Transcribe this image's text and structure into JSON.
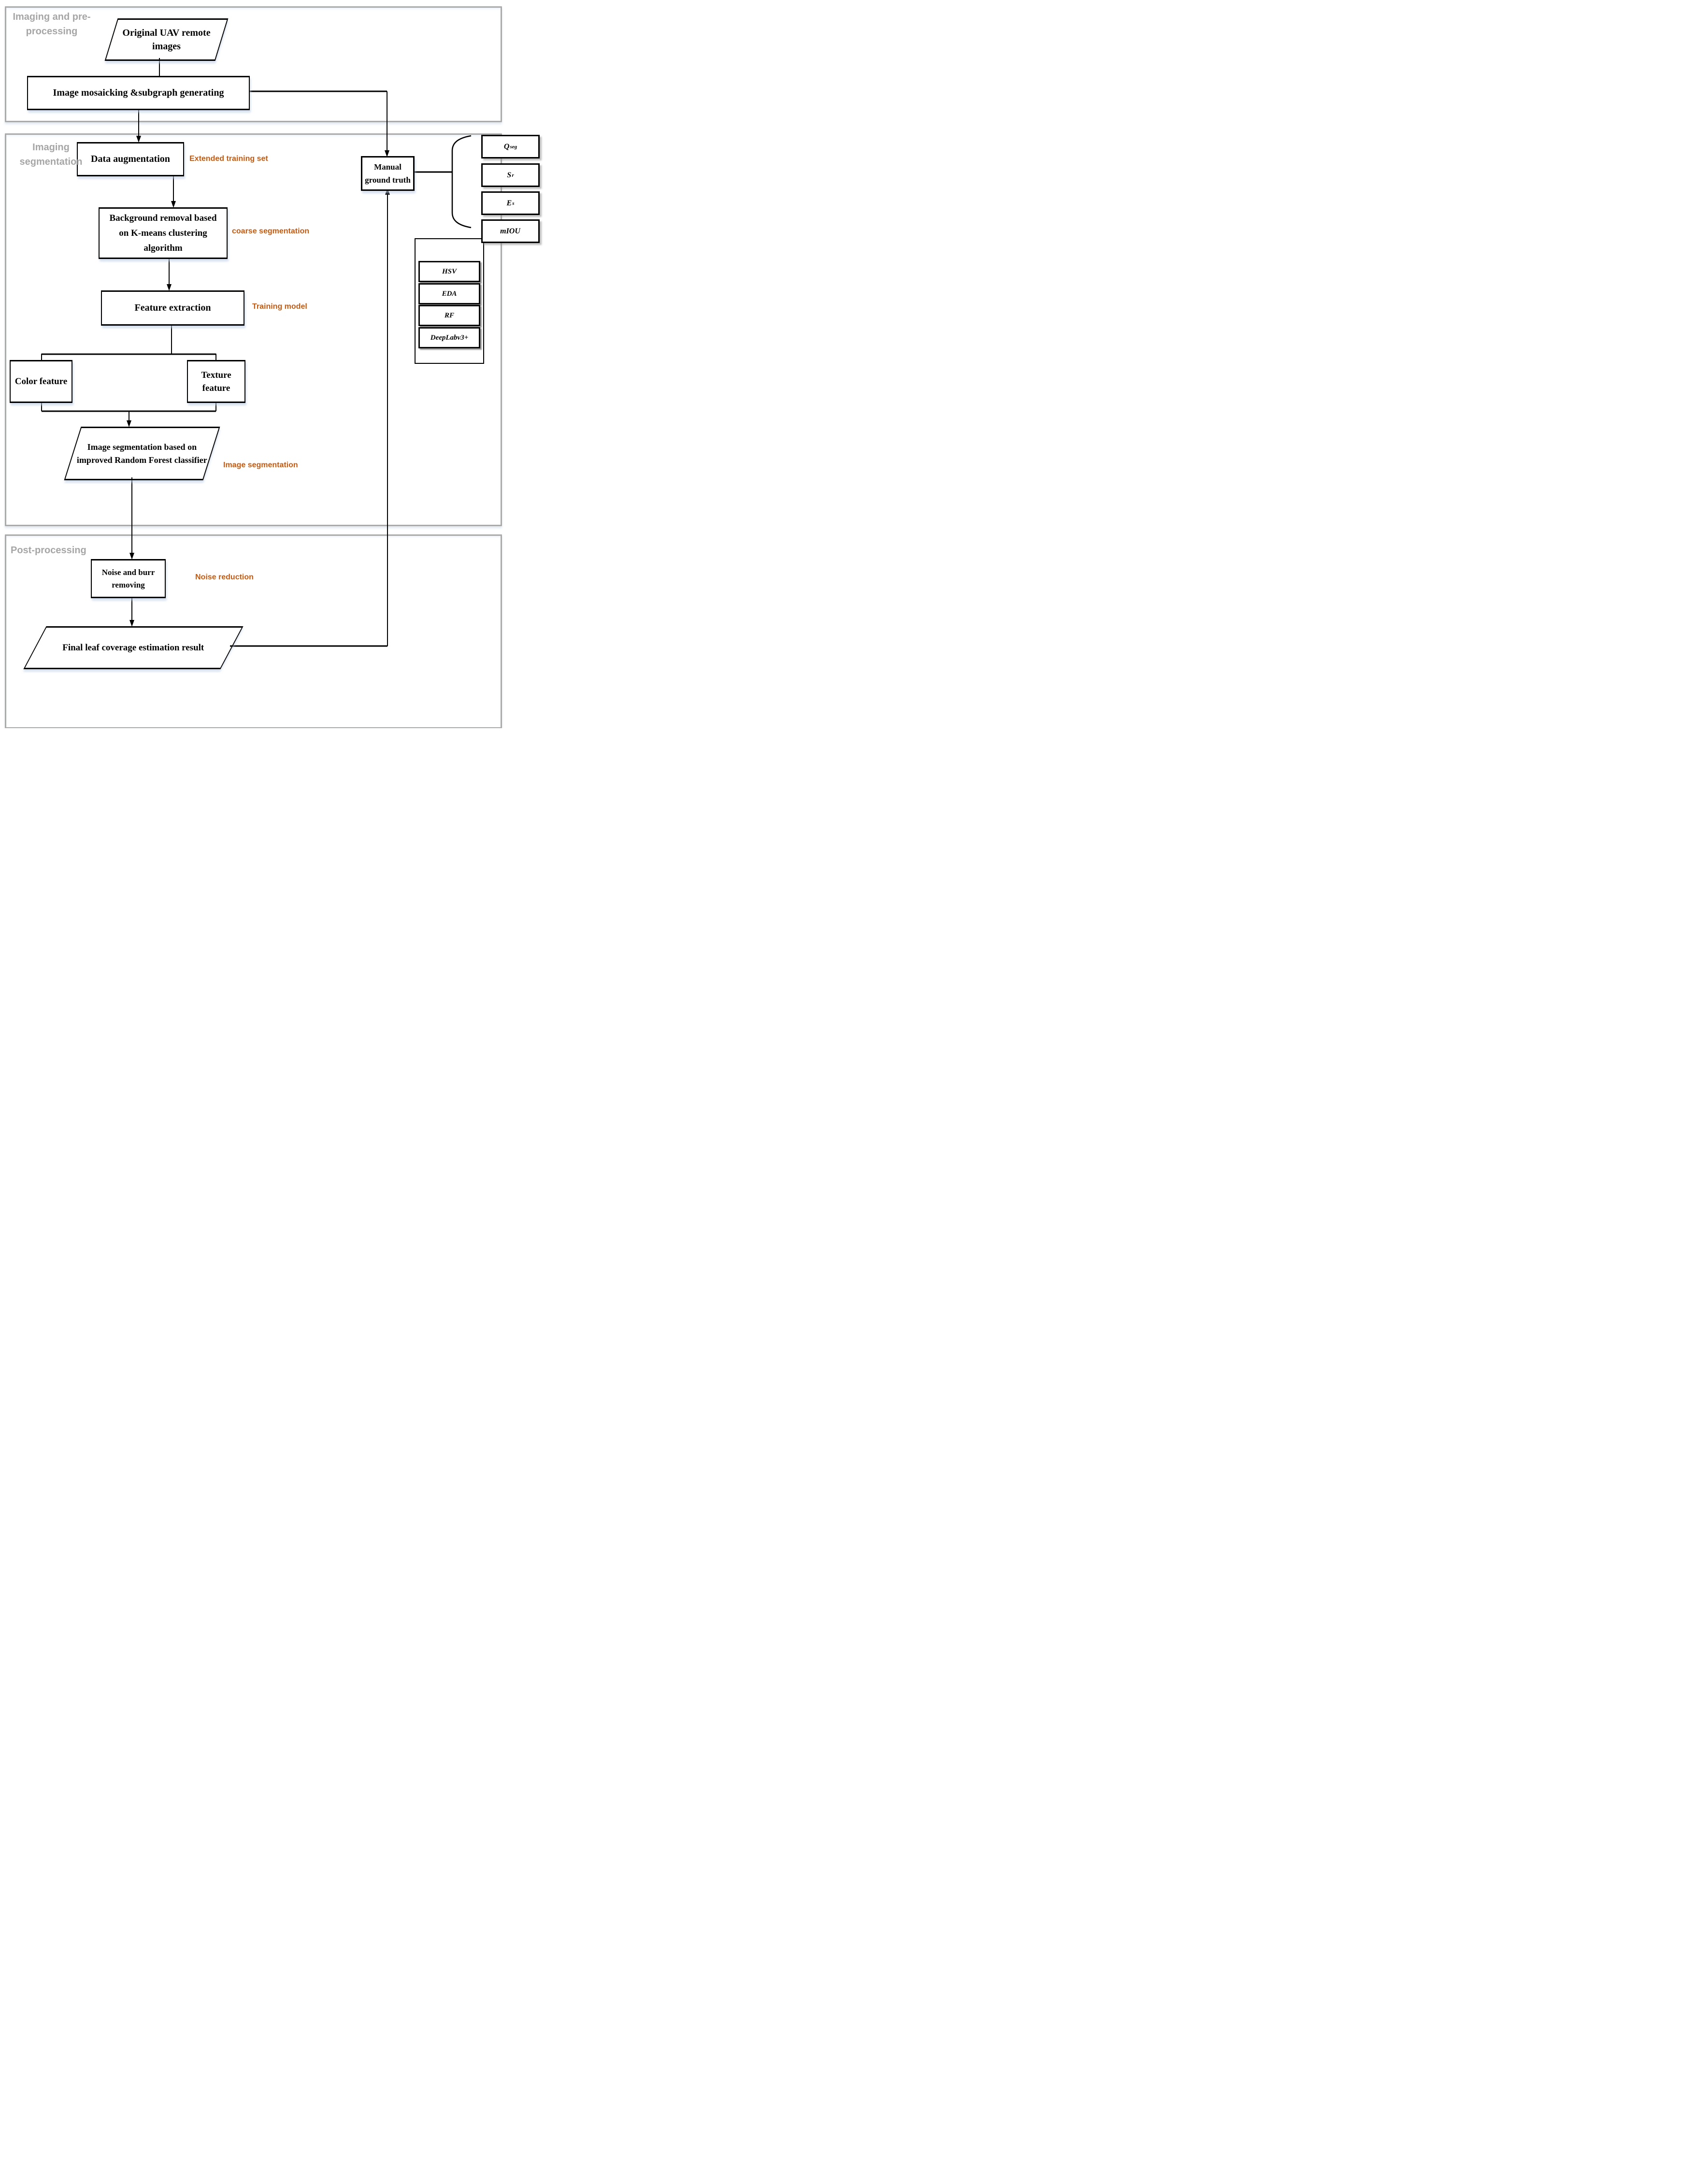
{
  "sections": {
    "preprocessing": {
      "label_line1": "Imaging and  pre-",
      "label_line2": "processing"
    },
    "segmentation": {
      "label_line1": "Imaging",
      "label_line2": "segmentation"
    },
    "postprocessing": {
      "label": "Post-processing"
    }
  },
  "nodes": {
    "uav_images": {
      "line1": "Original UAV remote",
      "line2": "images"
    },
    "mosaicking": {
      "label": "Image mosaicking &subgraph generating"
    },
    "data_augmentation": {
      "label": "Data augmentation"
    },
    "kmeans": {
      "line1": "Background removal based",
      "line2": "on K-means clustering",
      "line3": "algorithm"
    },
    "feature_extraction": {
      "label": "Feature extraction"
    },
    "color_feature": {
      "label": "Color feature"
    },
    "texture_feature": {
      "line1": "Texture",
      "line2": "feature"
    },
    "rf_segmentation": {
      "line1": "Image segmentation based on",
      "line2": "improved Random Forest classifier"
    },
    "ground_truth": {
      "line1": "Manual",
      "line2": "ground truth"
    },
    "noise_removal": {
      "line1": "Noise and burr",
      "line2": "removing"
    },
    "final_result": {
      "label": "Final leaf coverage estimation result"
    }
  },
  "annotations": {
    "extended_training_set": "Extended training set",
    "coarse_segmentation": "coarse segmentation",
    "training_model": "Training model",
    "image_segmentation": "Image segmentation",
    "noise_reduction": "Noise reduction"
  },
  "metrics": [
    {
      "main": "Q",
      "sub": "seg"
    },
    {
      "main": "S",
      "sub": "r"
    },
    {
      "main": "E",
      "sub": "s"
    },
    {
      "main": "mIOU",
      "sub": ""
    }
  ],
  "models": [
    "HSV",
    "EDA",
    "RF",
    "DeepLabv3+"
  ],
  "colors": {
    "annotation": "#C55A11",
    "section_label": "#A6A6A6",
    "section_border": "#ABABAB",
    "line": "#000000",
    "node_fill": "#FFFFFF"
  }
}
